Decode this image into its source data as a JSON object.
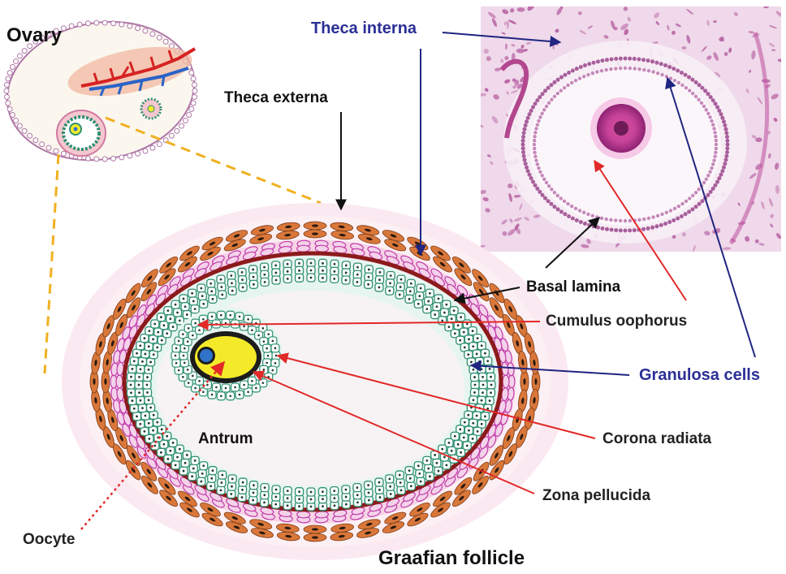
{
  "labels": {
    "ovary": "Ovary",
    "theca_externa": "Theca externa",
    "theca_interna": "Theca interna",
    "basal_lamina": "Basal lamina",
    "cumulus_oophorus": "Cumulus oophorus",
    "granulosa_cells": "Granulosa cells",
    "corona_radiata": "Corona radiata",
    "zona_pellucida": "Zona pellucida",
    "antrum": "Antrum",
    "oocyte": "Oocyte",
    "graafian_follicle": "Graafian follicle"
  },
  "colors": {
    "theca_externa_cell": "#d9773a",
    "theca_interna_cell": "#c03aa8",
    "granulosa_cell": "#2e8f72",
    "basal_lamina": "#8b1b1b",
    "oocyte": "#f4ea2a",
    "nucleus": "#2f74c8",
    "arrow_black": "#111111",
    "arrow_blue": "#1f2580",
    "arrow_red": "#e22828",
    "guide_yellow": "#f0b020",
    "histology_bg": "#f3e4f0",
    "histology_stain": "#a8408f"
  }
}
